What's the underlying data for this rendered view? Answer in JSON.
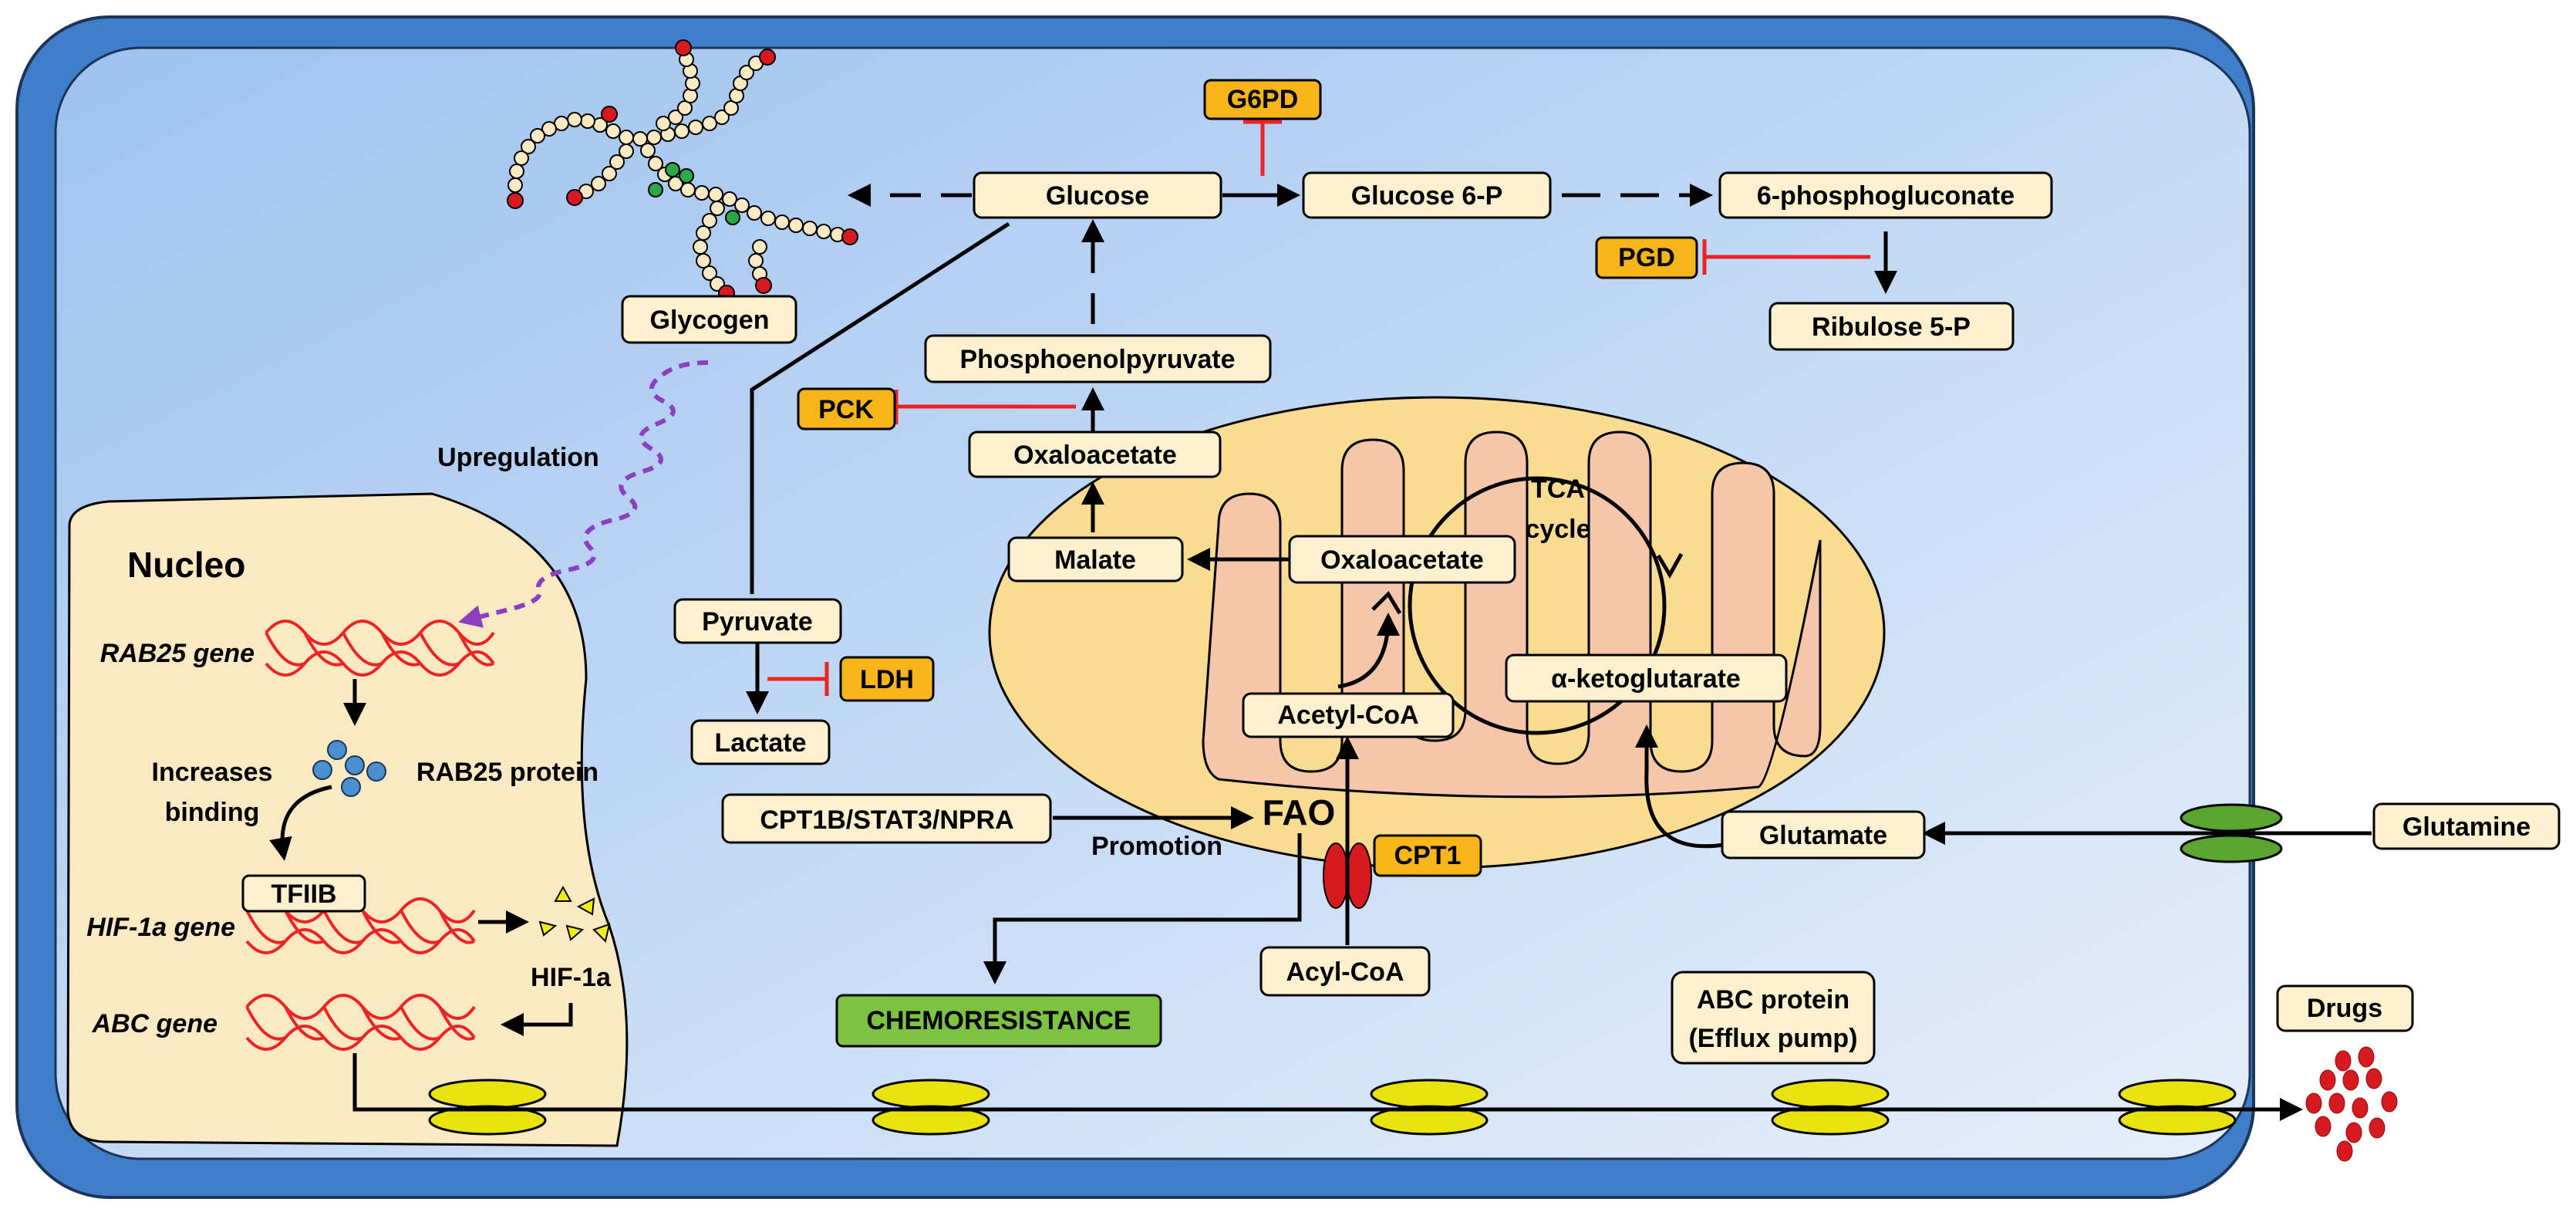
{
  "colors": {
    "cell_border": "#3f7ec9",
    "cytoplasm_top": "#a9c9f0",
    "cytoplasm_bottom": "#dde9f9",
    "nucleus": "#fbe9c4",
    "mitochondria": "#f9dc92",
    "cristae": "#f5c6aa",
    "label_box": "#fdf0cf",
    "enzyme_box": "#f7b51a",
    "chemoresistance_box": "#7cc243",
    "inhibit": "#ee2424",
    "upregulation": "#8c3fbf",
    "dna": "#ee2424",
    "transporter": "#e8e20f",
    "glutamine_transporter": "#5aa52f",
    "cpt1_channel": "#d71920",
    "rab25_protein": "#4c8fd0",
    "hif1a_protein": "#f2ee14",
    "drugs": "#d71920"
  },
  "labels": {
    "glucose": "Glucose",
    "glucose6p": "Glucose 6-P",
    "phosphogluconate": "6-phosphogluconate",
    "ribulose": "Ribulose 5-P",
    "glycogen": "Glycogen",
    "pep": "Phosphoenolpyruvate",
    "oaa_cyto": "Oxaloacetate",
    "malate": "Malate",
    "oaa_mito": "Oxaloacetate",
    "tca": "TCA",
    "cycle": "cycle",
    "akg": "α-ketoglutarate",
    "acetyl": "Acetyl-CoA",
    "glutamate": "Glutamate",
    "glutamine": "Glutamine",
    "pyruvate": "Pyruvate",
    "lactate": "Lactate",
    "cpt_stat": "CPT1B/STAT3/NPRA",
    "promotion": "Promotion",
    "fao": "FAO",
    "acyl": "Acyl-CoA",
    "chemo": "CHEMORESISTANCE",
    "abc_protein_1": "ABC protein",
    "abc_protein_2": "(Efflux pump)",
    "drugs": "Drugs",
    "upregulation": "Upregulation",
    "nucleo": "Nucleo",
    "rab25_gene": "RAB25 gene",
    "rab25_protein": "RAB25 protein",
    "increases": "Increases",
    "binding": "binding",
    "tfiib": "TFIIB",
    "hif_gene": "HIF-1a gene",
    "hif1a": "HIF-1a",
    "abc_gene": "ABC gene"
  },
  "enzymes": {
    "g6pd": "G6PD",
    "pgd": "PGD",
    "pck": "PCK",
    "ldh": "LDH",
    "cpt1": "CPT1"
  }
}
